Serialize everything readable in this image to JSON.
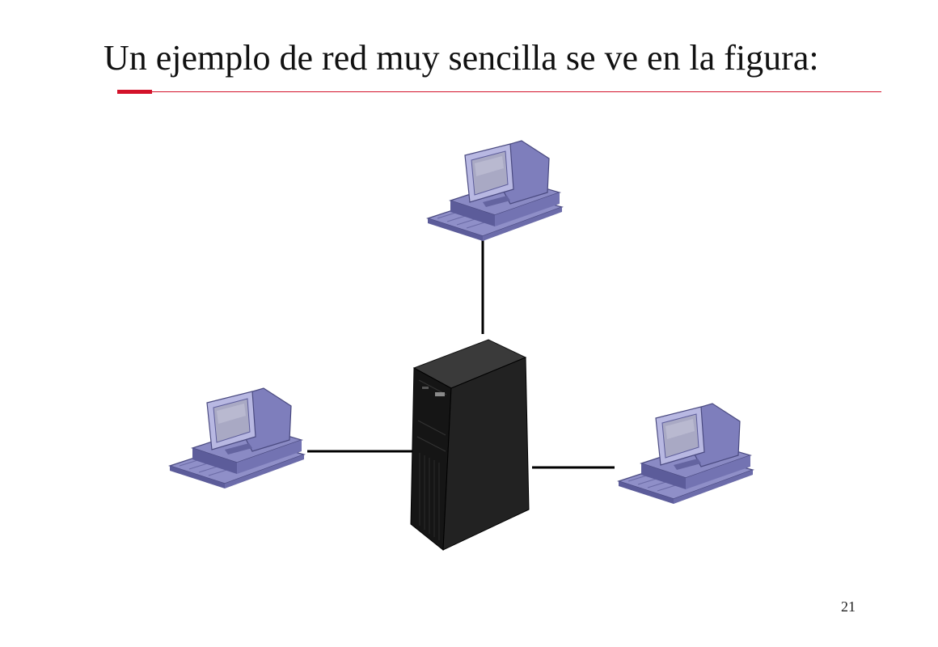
{
  "slide": {
    "title": "Un ejemplo de red muy sencilla se ve en la figura:",
    "page_number": "21"
  },
  "colors": {
    "accent_rule": "#d3122a",
    "workstation_body": "#8f8fc8",
    "workstation_shadow": "#5c5c9a",
    "workstation_light": "#b8b8e2",
    "screen": "#a9a9c4",
    "server_body": "#1a1a1a",
    "cable": "#000000"
  },
  "diagram": {
    "nodes": [
      {
        "id": "workstation-top",
        "kind": "workstation",
        "icon": "desktop-computer-icon"
      },
      {
        "id": "workstation-left",
        "kind": "workstation",
        "icon": "desktop-computer-icon"
      },
      {
        "id": "workstation-right",
        "kind": "workstation",
        "icon": "desktop-computer-icon"
      },
      {
        "id": "server",
        "kind": "server",
        "icon": "tower-server-icon"
      }
    ],
    "edges": [
      {
        "from": "workstation-top",
        "to": "server"
      },
      {
        "from": "workstation-left",
        "to": "server"
      },
      {
        "from": "server",
        "to": "workstation-right"
      }
    ]
  }
}
